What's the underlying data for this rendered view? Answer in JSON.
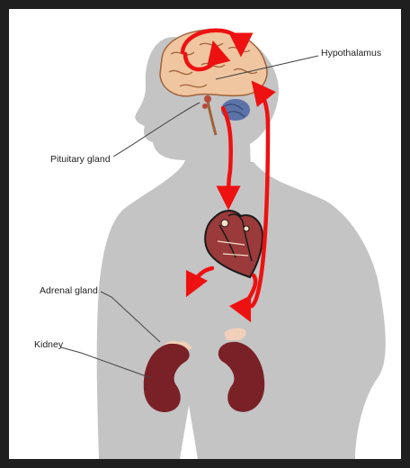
{
  "labels": {
    "hypothalamus": "Hypothalamus",
    "pituitary": "Pituitary gland",
    "adrenal": "Adrenal gland",
    "kidney": "Kidney"
  },
  "colors": {
    "background": "#ffffff",
    "frame": "#1f1f1f",
    "body_silhouette": "#c4c4c4",
    "brain": "#f0c6a0",
    "brain_outline": "#a0623a",
    "cerebellum": "#5b73a8",
    "arrow": "#ee1111",
    "kidney": "#7a2128",
    "adrenal": "#f2cfb8",
    "heart": "#9a3a3a"
  }
}
